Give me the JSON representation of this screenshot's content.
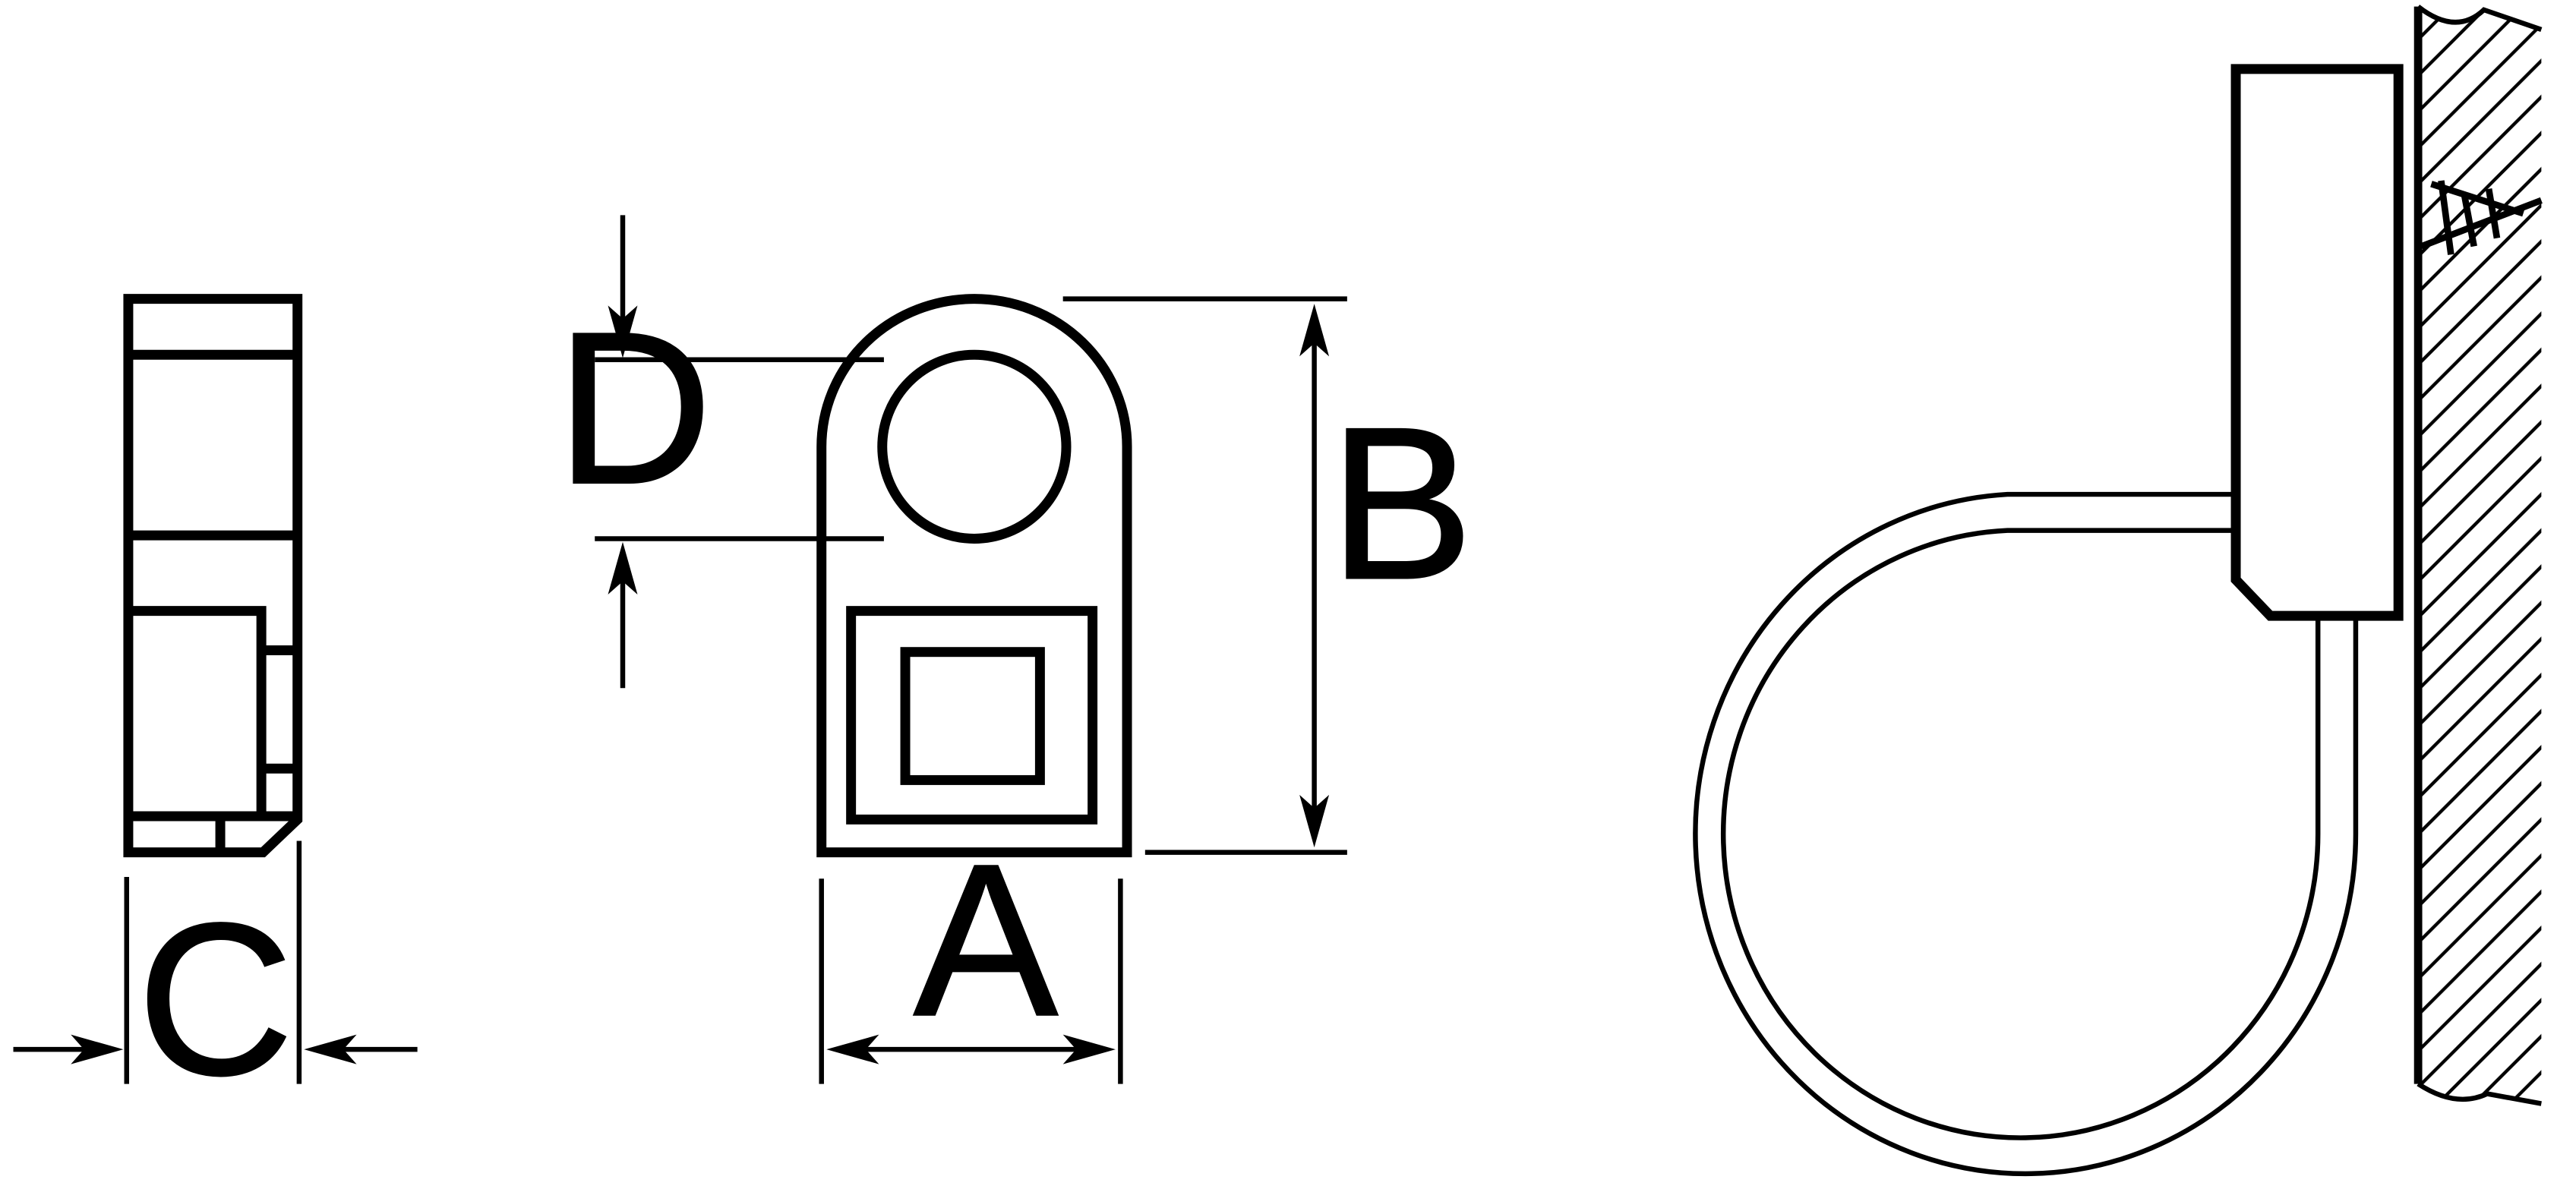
{
  "labels": {
    "dim_a": "A",
    "dim_b": "B",
    "dim_c": "C",
    "dim_d": "D"
  },
  "colors": {
    "stroke": "#000000",
    "background": "#ffffff"
  }
}
